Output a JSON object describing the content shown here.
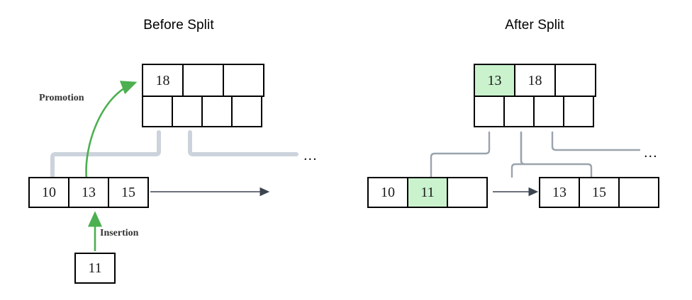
{
  "diagram": {
    "type": "b-tree-split",
    "colors": {
      "highlight_green_fill": "#c9f2cd",
      "arrow_green": "#4caf50",
      "wire_gray_before": "#ccd3dc",
      "wire_gray_after": "#9aa3ad",
      "node_border": "#000000",
      "text": "#1a1a1a"
    }
  },
  "panels": {
    "before": {
      "title": "Before Split",
      "internal_node": {
        "keys": [
          "18",
          "",
          ""
        ],
        "key_highlight": [
          false,
          false,
          false
        ],
        "pointers": [
          "",
          "",
          "",
          ""
        ]
      },
      "leaf_node": {
        "keys": [
          "10",
          "13",
          "15"
        ],
        "key_highlight": [
          false,
          false,
          false
        ]
      },
      "insert_node": {
        "keys": [
          "11"
        ],
        "key_highlight": [
          false
        ]
      },
      "labels": {
        "promotion": "Promotion",
        "insertion": "Insertion"
      },
      "ellipsis": "..."
    },
    "after": {
      "title": "After Split",
      "internal_node": {
        "keys": [
          "13",
          "18",
          ""
        ],
        "key_highlight": [
          true,
          false,
          false
        ],
        "pointers": [
          "",
          "",
          "",
          ""
        ]
      },
      "leaf_left": {
        "keys": [
          "10",
          "11",
          ""
        ],
        "key_highlight": [
          false,
          true,
          false
        ]
      },
      "leaf_right": {
        "keys": [
          "13",
          "15",
          ""
        ],
        "key_highlight": [
          false,
          false,
          false
        ]
      },
      "ellipsis": "..."
    }
  }
}
